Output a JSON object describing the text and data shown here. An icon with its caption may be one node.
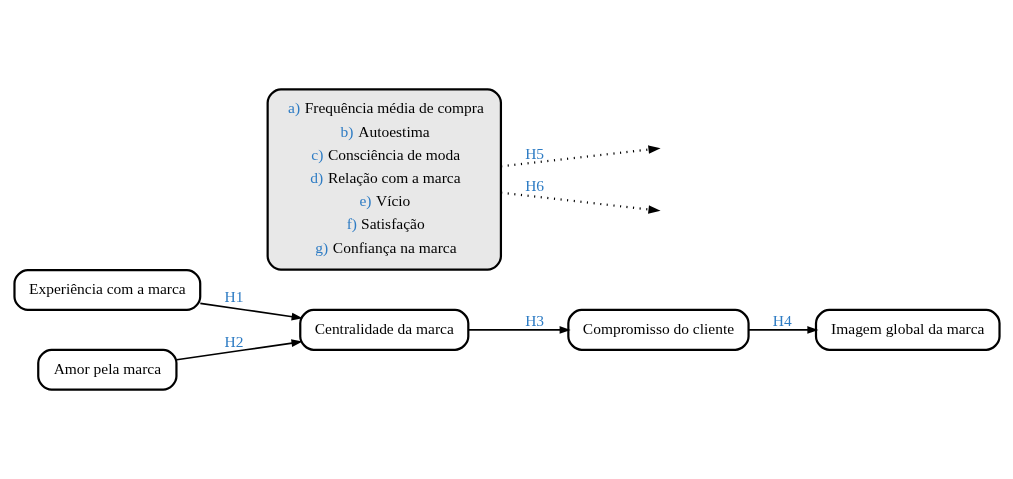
{
  "diagram": {
    "nodes": [
      {
        "text": [
          "Experiência com a marca"
        ]
      },
      {
        "text": [
          "Amor pela marca"
        ]
      },
      {
        "text": [
          "Centralidade da marca"
        ]
      },
      {
        "text": [
          "Compromisso do cliente"
        ]
      },
      {
        "text": [
          "Imagem global da marca"
        ]
      },
      {
        "text": [
          "a) Frequência média de compra",
          "b) Autoestima",
          "c) Consciência de moda",
          "d) Relação com a marca",
          "e) Vício",
          "f) Satisfação",
          "g) Confiança na marca"
        ]
      }
    ],
    "edges": [
      {
        "from": 0,
        "to": 2,
        "arrow": "to",
        "label": "H1"
      },
      {
        "from": 1,
        "to": 2,
        "arrow": "to",
        "label": "H2"
      },
      {
        "from": 2,
        "to": 3,
        "arrow": "to",
        "label": "H3"
      },
      {
        "from": 3,
        "to": 4,
        "arrow": "to",
        "label": "H4"
      },
      {
        "from": 5,
        "to": null,
        "arrow": "to",
        "label": "H5",
        "style": "dashed"
      },
      {
        "from": 5,
        "to": null,
        "arrow": "to",
        "label": "H6",
        "style": "dashed"
      }
    ]
  }
}
